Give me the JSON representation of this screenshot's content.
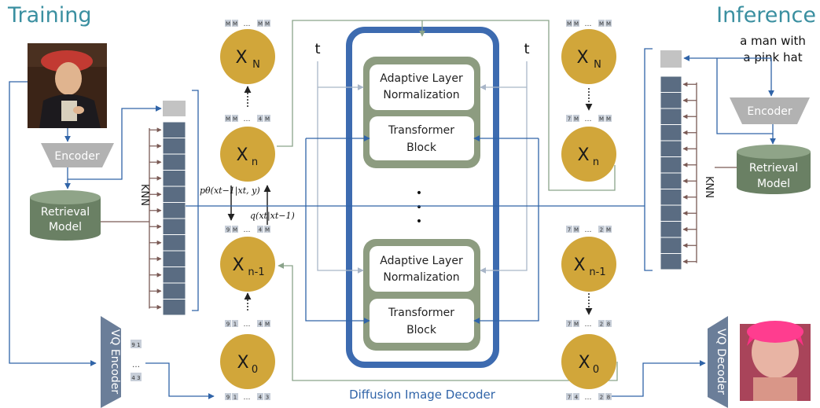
{
  "titles": {
    "training": "Training",
    "inference": "Inference",
    "decoder_caption": "Diffusion Image Decoder"
  },
  "left": {
    "encoder": "Encoder",
    "retrieval_1": "Retrieval",
    "retrieval_2": "Model",
    "knn": "KNN",
    "vq_encoder": "VQ Encoder",
    "vq_tokens": [
      "9 1",
      "…",
      "4 3"
    ]
  },
  "right": {
    "prompt_1": "a man with",
    "prompt_2": "a pink hat",
    "encoder": "Encoder",
    "retrieval_1": "Retrieval",
    "retrieval_2": "Model",
    "knn": "KNN",
    "vq_decoder": "VQ Decoder"
  },
  "nodes": {
    "xN_main": "X",
    "xN_sub": "N",
    "xn_main": "X",
    "xn_sub": "n",
    "xn1_main": "X",
    "xn1_sub": "n-1",
    "x0_main": "X",
    "x0_sub": "0"
  },
  "tokens_left": {
    "top_N": [
      "M",
      "M",
      "…",
      "M",
      "M"
    ],
    "below_N": [
      "M",
      "M",
      "…",
      "4",
      "M"
    ],
    "above_n1": [
      "9",
      "M",
      "…",
      "4",
      "M"
    ],
    "below_n1": [
      "9",
      "1",
      "…",
      "4",
      "M"
    ],
    "below_0": [
      "9",
      "1",
      "…",
      "4",
      "3"
    ]
  },
  "tokens_right": {
    "top_N": [
      "M",
      "M",
      "…",
      "M",
      "M"
    ],
    "below_N": [
      "7",
      "M",
      "…",
      "M",
      "M"
    ],
    "above_n1": [
      "7",
      "M",
      "…",
      "2",
      "M"
    ],
    "below_n1": [
      "7",
      "M",
      "…",
      "2",
      "8"
    ],
    "below_0": [
      "7",
      "4",
      "…",
      "2",
      "8"
    ]
  },
  "math": {
    "p_theta": "pθ(xt−1|xt, y)",
    "q_forward": "q(xt|xt−1)"
  },
  "decoder": {
    "t_label": "t",
    "aln_1": "Adaptive Layer",
    "aln_2": "Normalization",
    "tb_1": "Transformer",
    "tb_2": "Block",
    "ellipsis": "•"
  },
  "colors": {
    "teal_title": "#3a8fa0",
    "gold": "#d1a63a",
    "sage": "#8d9c80",
    "dark_green": "#6a8064",
    "blue": "#3064a8",
    "decoder_border": "#3d6bb0",
    "gray_trap": "#b2b2b2",
    "slate": "#6b7e99",
    "token_bg": "#c7ced8",
    "knn_fill": "#5a6c82"
  }
}
